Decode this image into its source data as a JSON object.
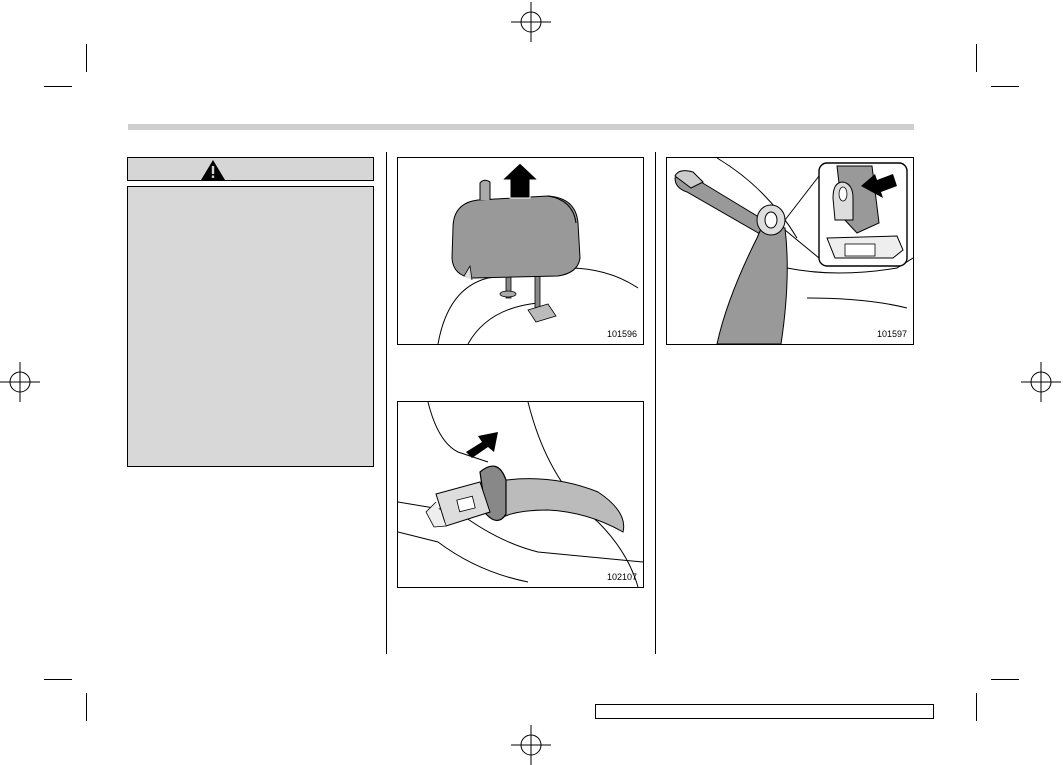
{
  "document": {
    "warning": {
      "icon": "warning-triangle-icon",
      "header_color": "#d6d6d6",
      "body_color": "#d8d8d8"
    },
    "figures": [
      {
        "code": "101596",
        "depicts": "headrest-arrow-up"
      },
      {
        "code": "102107",
        "depicts": "seatbelt-buckle-arrow"
      },
      {
        "code": "101597",
        "depicts": "seatbelt-guide-arrow"
      }
    ],
    "header_rule_color": "#cfcfcf"
  }
}
